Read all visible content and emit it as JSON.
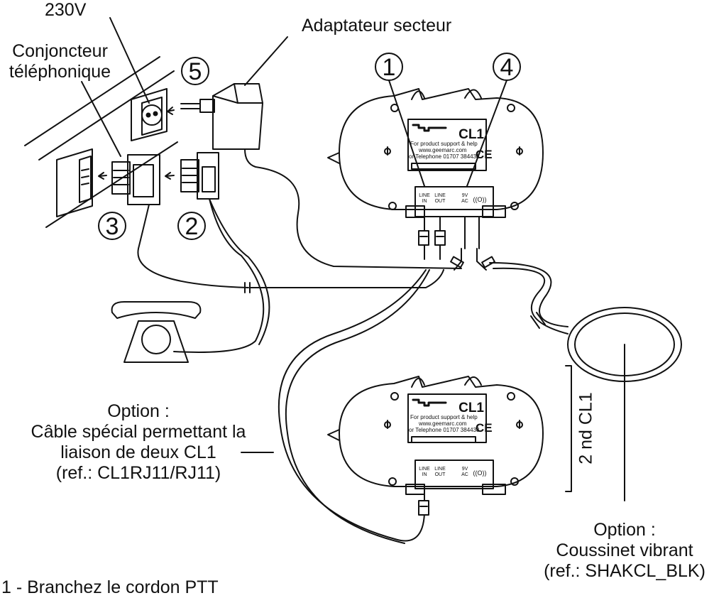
{
  "labels": {
    "voltage": "230V",
    "adapter": "Adaptateur secteur",
    "socket_line1": "Conjoncteur",
    "socket_line2": "téléphonique",
    "cable_option_title": "Option :",
    "cable_option_line1": "Câble spécial permettant la",
    "cable_option_line2": "liaison de deux CL1",
    "cable_option_ref": "(ref.: CL1RJ11/RJ11)",
    "pad_option_title": "Option :",
    "pad_option_line1": "Coussinet vibrant",
    "pad_option_ref": "(ref.: SHAKCL_BLK)",
    "second_unit": "2 nd CL1",
    "footer_partial": "1 - Branchez le cordon PTT"
  },
  "callouts": [
    "1",
    "2",
    "3",
    "4",
    "5"
  ],
  "device": {
    "model": "CL1",
    "support_line1": "For product support & help",
    "support_line2": "www.geemarc.com",
    "support_line3": "or Telephone 01707 384438",
    "ce_mark": "CE",
    "ports": {
      "line_in_1": "LINE",
      "line_in_2": "IN",
      "line_out_1": "LINE",
      "line_out_2": "OUT",
      "ac_1": "9V",
      "ac_2": "AC",
      "vibe": "((O))"
    }
  }
}
